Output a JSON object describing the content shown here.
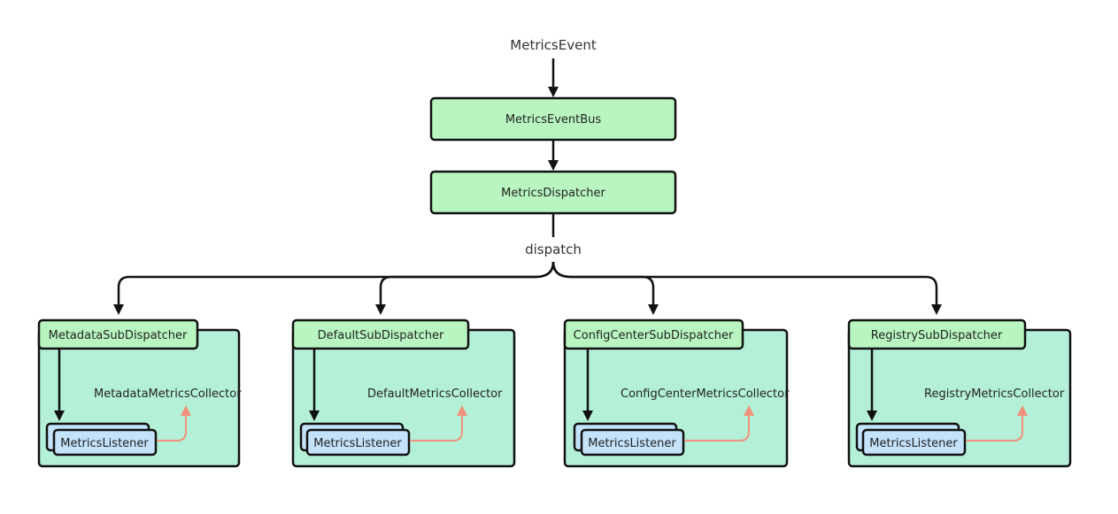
{
  "event_label": "MetricsEvent",
  "bus_label": "MetricsEventBus",
  "dispatcher_label": "MetricsDispatcher",
  "dispatch_label": "dispatch",
  "subdispatchers": [
    {
      "title": "MetadataSubDispatcher",
      "collector": "MetadataMetricsCollector",
      "listener": "MetricsListener"
    },
    {
      "title": "DefaultSubDispatcher",
      "collector": "DefaultMetricsCollector",
      "listener": "MetricsListener"
    },
    {
      "title": "ConfigCenterSubDispatcher",
      "collector": "ConfigCenterMetricsCollector",
      "listener": "MetricsListener"
    },
    {
      "title": "RegistrySubDispatcher",
      "collector": "RegistryMetricsCollector",
      "listener": "MetricsListener"
    }
  ],
  "colors": {
    "main_box": "#b8f5c0",
    "group_bg": "#b4f0d8",
    "listener_box": "#c4e2fa",
    "stroke": "#111111",
    "collector_arrow": "#f0907a"
  }
}
